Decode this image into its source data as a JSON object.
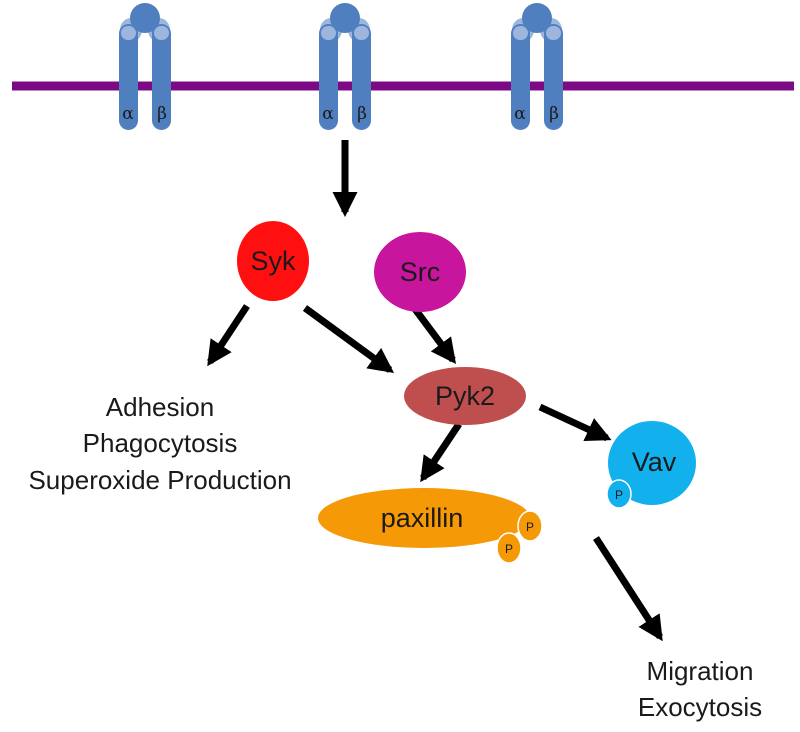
{
  "membrane": {
    "color": "#7b0a84"
  },
  "receptors": [
    {
      "alpha": "α",
      "beta": "β"
    },
    {
      "alpha": "α",
      "beta": "β"
    },
    {
      "alpha": "α",
      "beta": "β"
    }
  ],
  "colors": {
    "receptor": "#4f7fbf",
    "receptor_light": "#9db6de",
    "syk": "#ff0f0f",
    "src": "#c8159e",
    "pyk2": "#bf4f4f",
    "vav": "#12b0ec",
    "paxillin": "#f59a06",
    "arrow": "#000000"
  },
  "nodes": {
    "syk": "Syk",
    "src": "Src",
    "pyk2": "Pyk2",
    "vav": "Vav",
    "paxillin": "paxillin",
    "phospho": "P"
  },
  "outcomes": {
    "left": [
      "Adhesion",
      "Phagocytosis",
      "Superoxide Production"
    ],
    "right": [
      "Migration",
      "Exocytosis"
    ]
  }
}
